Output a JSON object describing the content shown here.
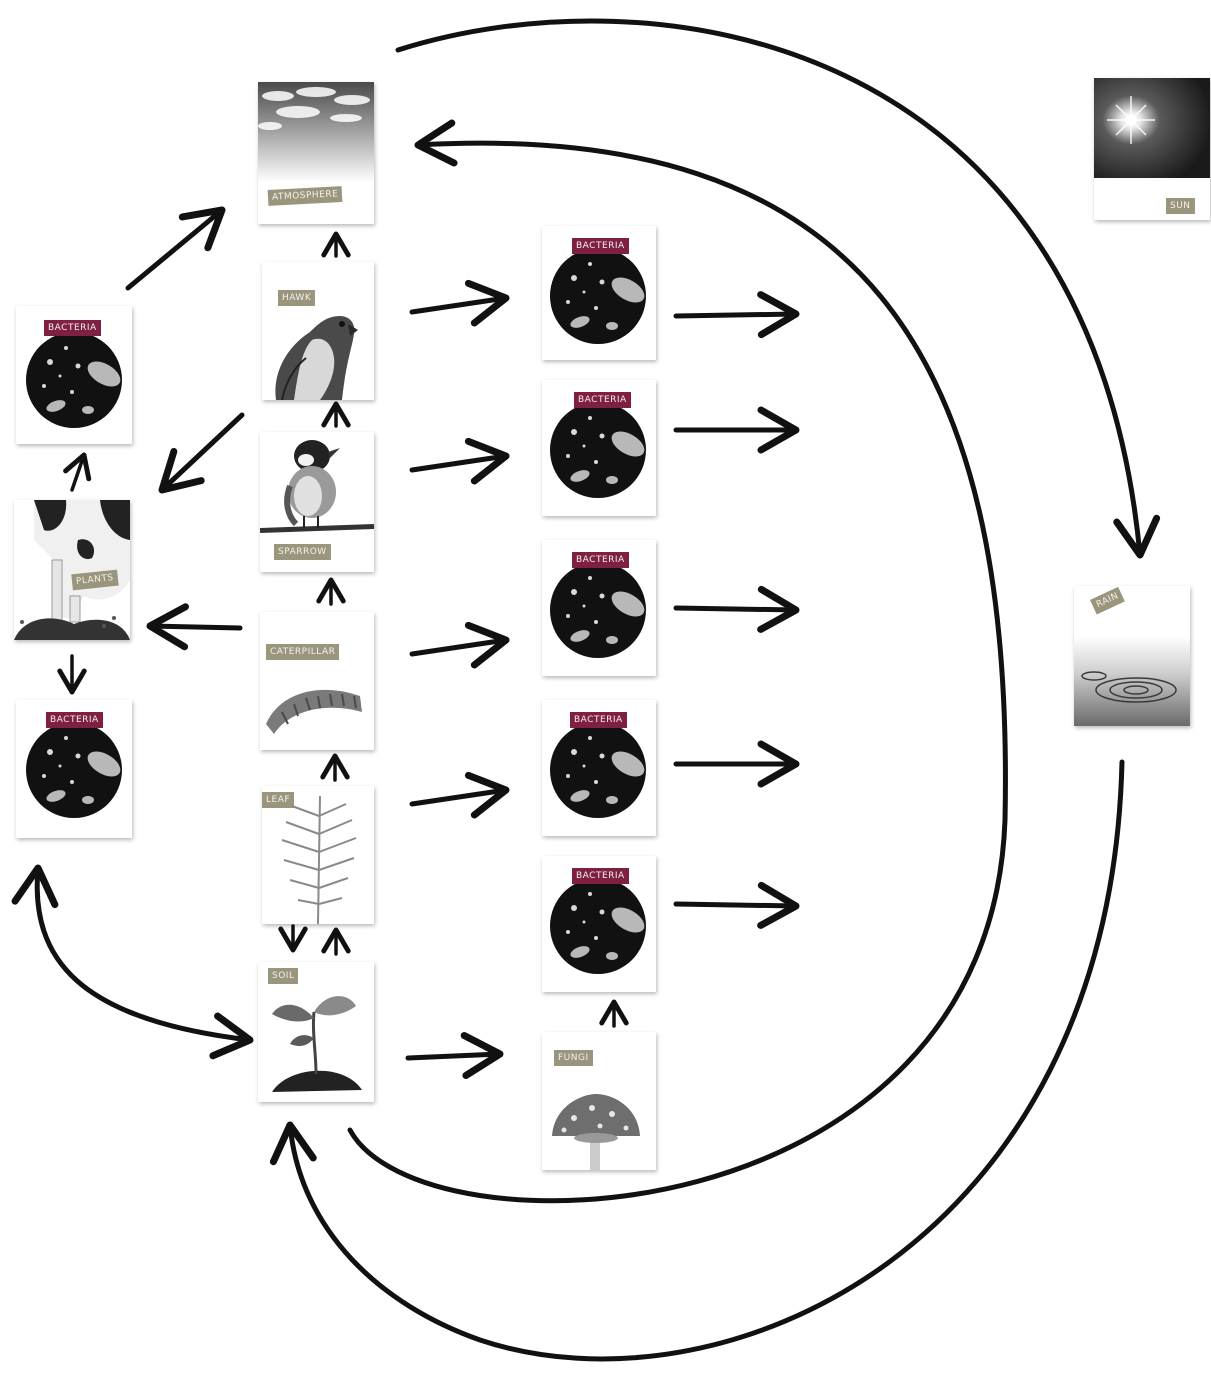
{
  "colors": {
    "arrow": "#111111",
    "tag_khaki": "#9a957d",
    "tag_maroon": "#7e1f43"
  },
  "icons": {
    "sun": "sun-icon",
    "clouds": "cloud-icon",
    "rain": "rain-icon",
    "hawk": "hawk-icon",
    "bird": "bird-icon",
    "caterpillar": "caterpillar-icon",
    "fern": "fern-icon",
    "seedling": "seedling-icon",
    "cow": "cow-icon",
    "bacteria": "bacteria-icon",
    "mushroom": "mushroom-icon"
  },
  "cards": {
    "sun": {
      "label": "SUN"
    },
    "atmosphere": {
      "label": "ATMOSPHERE"
    },
    "hawk": {
      "label": "HAWK"
    },
    "bird": {
      "label": "SPARROW"
    },
    "caterpillar": {
      "label": "CATERPILLAR"
    },
    "leaf": {
      "label": "LEAF"
    },
    "soil": {
      "label": "SOIL"
    },
    "mushroom": {
      "label": "FUNGI"
    },
    "rain": {
      "label": "RAIN"
    },
    "cow": {
      "label": "PLANTS"
    },
    "bacteria": {
      "label": "BACTERIA"
    }
  }
}
